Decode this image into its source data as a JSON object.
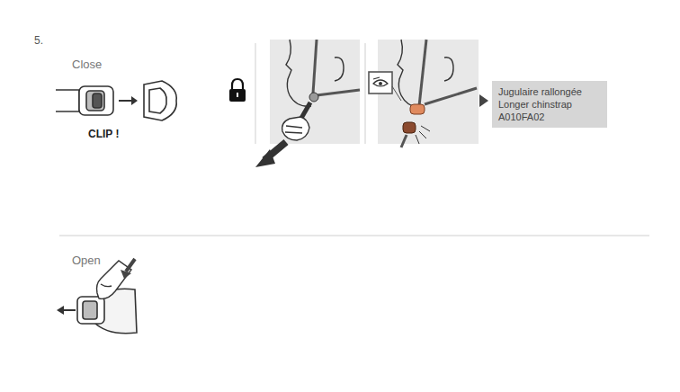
{
  "diagram": {
    "nodes": [
      {
        "text": [
          "Jugulaire rallongée Longer chinstrap A010FA02"
        ]
      }
    ],
    "labels": [
      "5.",
      "Close",
      "CLIP !",
      "Open"
    ]
  }
}
